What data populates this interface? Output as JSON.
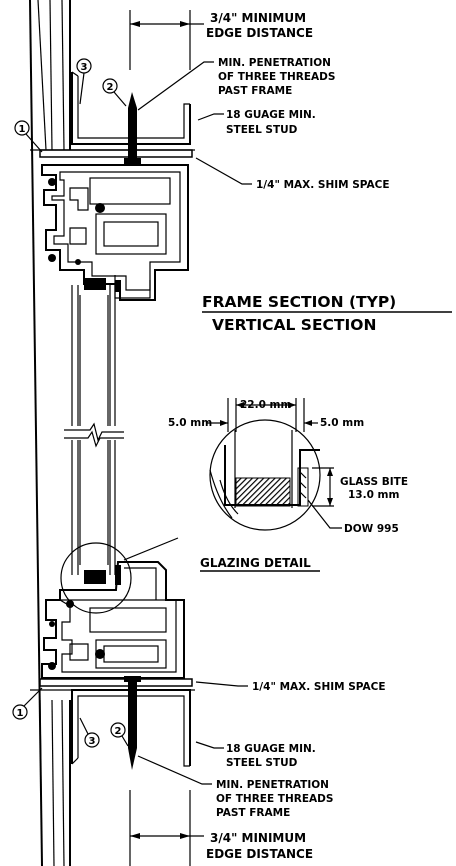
{
  "title": {
    "main": "FRAME SECTION (TYP)",
    "sub": "VERTICAL SECTION"
  },
  "top": {
    "edge_distance": [
      "3/4\" MINIMUM",
      "EDGE DISTANCE"
    ],
    "penetration": [
      "MIN. PENETRATION",
      "OF THREE THREADS",
      "PAST FRAME"
    ],
    "stud": [
      "18 GUAGE MIN.",
      "STEEL STUD"
    ],
    "shim": "1/4\" MAX. SHIM SPACE",
    "callouts": [
      "1",
      "2",
      "3"
    ]
  },
  "bottom": {
    "shim": "1/4\" MAX. SHIM SPACE",
    "stud": [
      "18 GUAGE MIN.",
      "STEEL STUD"
    ],
    "penetration": [
      "MIN. PENETRATION",
      "OF THREE THREADS",
      "PAST FRAME"
    ],
    "edge_distance": [
      "3/4\" MINIMUM",
      "EDGE DISTANCE"
    ],
    "callouts": [
      "1",
      "2",
      "3"
    ]
  },
  "glazing_detail": {
    "title": "GLAZING DETAIL",
    "dim_total": "22.0 mm",
    "dim_left": "5.0 mm",
    "dim_right": "5.0 mm",
    "glass_bite": [
      "GLASS BITE",
      "13.0 mm"
    ],
    "sealant": "DOW 995"
  }
}
